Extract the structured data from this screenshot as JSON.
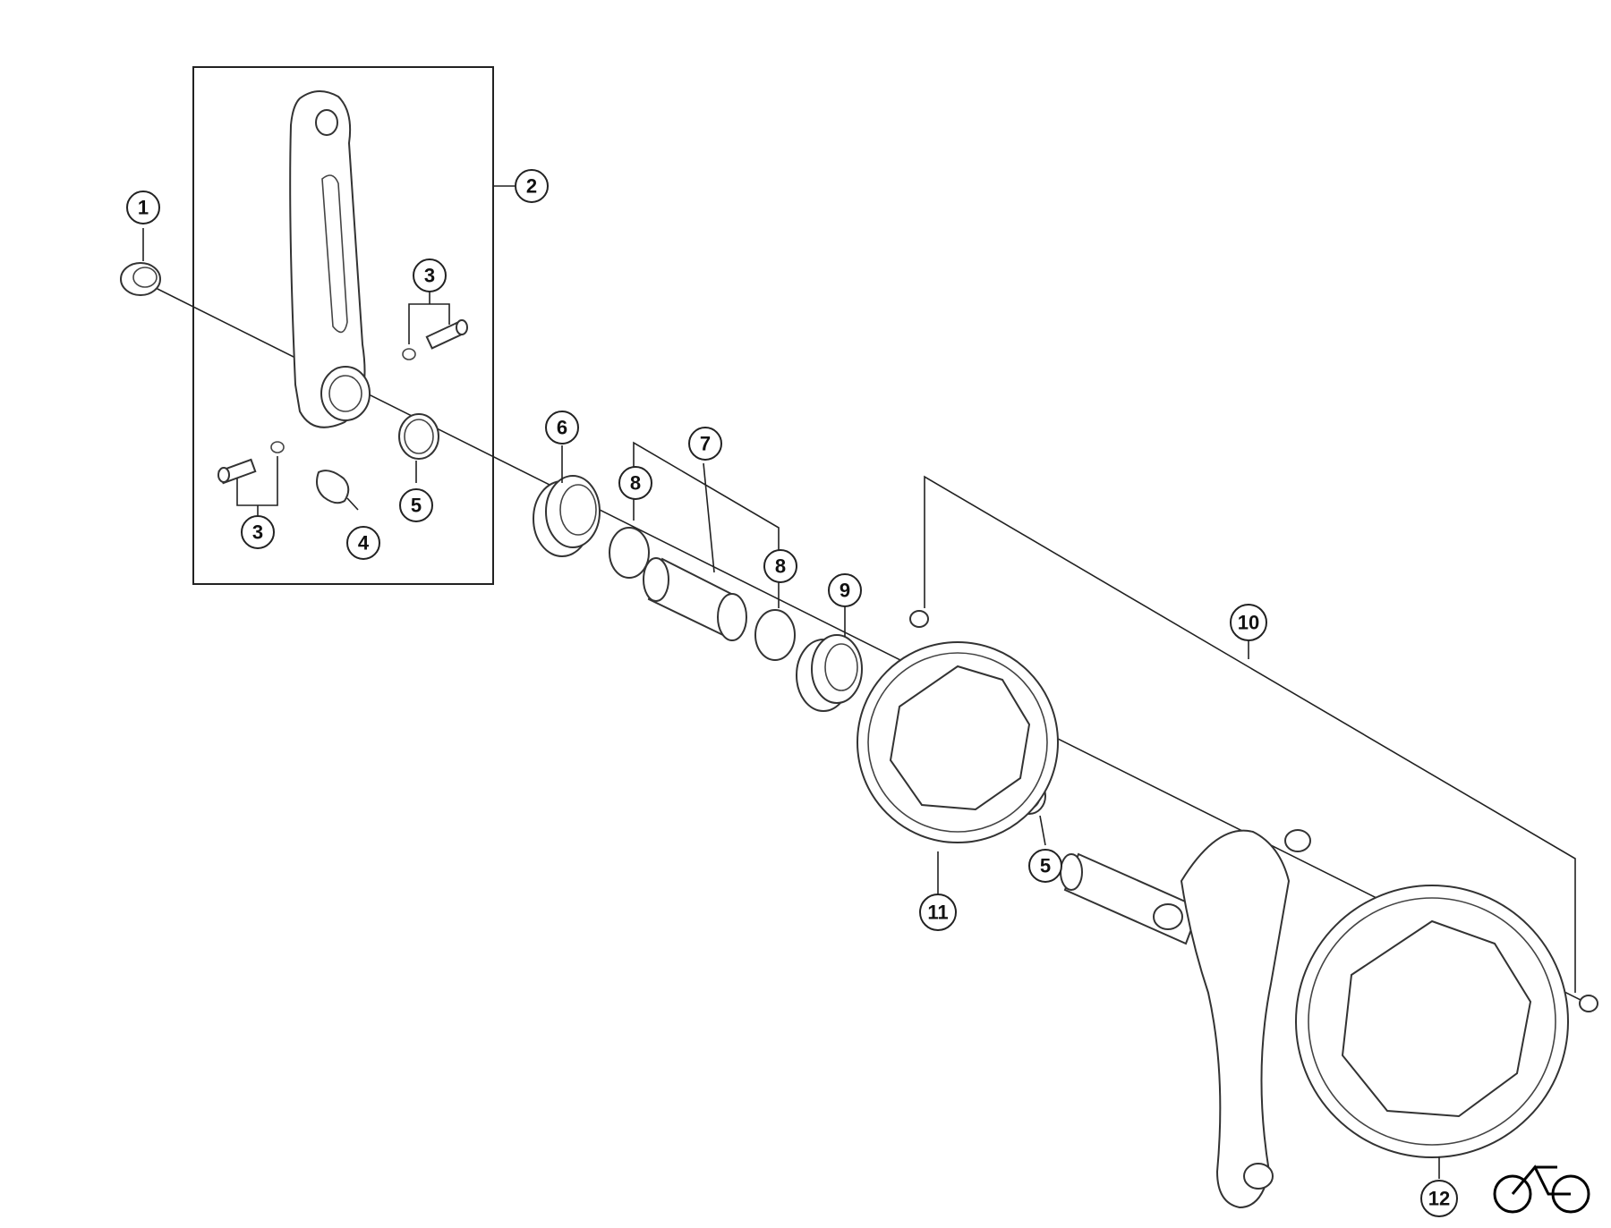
{
  "diagram": {
    "type": "exploded-parts-diagram",
    "callouts": [
      {
        "id": "c1",
        "number": "1"
      },
      {
        "id": "c2",
        "number": "2"
      },
      {
        "id": "c3a",
        "number": "3"
      },
      {
        "id": "c3b",
        "number": "3"
      },
      {
        "id": "c4",
        "number": "4"
      },
      {
        "id": "c5a",
        "number": "5"
      },
      {
        "id": "c5b",
        "number": "5"
      },
      {
        "id": "c6",
        "number": "6"
      },
      {
        "id": "c7",
        "number": "7"
      },
      {
        "id": "c8a",
        "number": "8"
      },
      {
        "id": "c8b",
        "number": "8"
      },
      {
        "id": "c9",
        "number": "9"
      },
      {
        "id": "c10",
        "number": "10"
      },
      {
        "id": "c11",
        "number": "11"
      },
      {
        "id": "c12",
        "number": "12"
      }
    ],
    "colors": {
      "line": "#222222",
      "background": "#ffffff"
    },
    "icons": [
      "bike-logo-icon"
    ]
  }
}
